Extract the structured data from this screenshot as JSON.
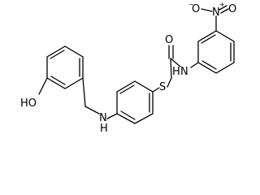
{
  "molecule": {
    "atoms": {
      "o_carbonyl": "O",
      "n_amide": "N",
      "h_amide": "H",
      "s_thioether": "S",
      "n_amine": "N",
      "h_amine": "H",
      "o_hydroxyl": "HO",
      "nitro_o_left": "O",
      "nitro_n": "N",
      "nitro_o_right": "O",
      "minus_charge": "−",
      "plus_charge": "+"
    }
  }
}
